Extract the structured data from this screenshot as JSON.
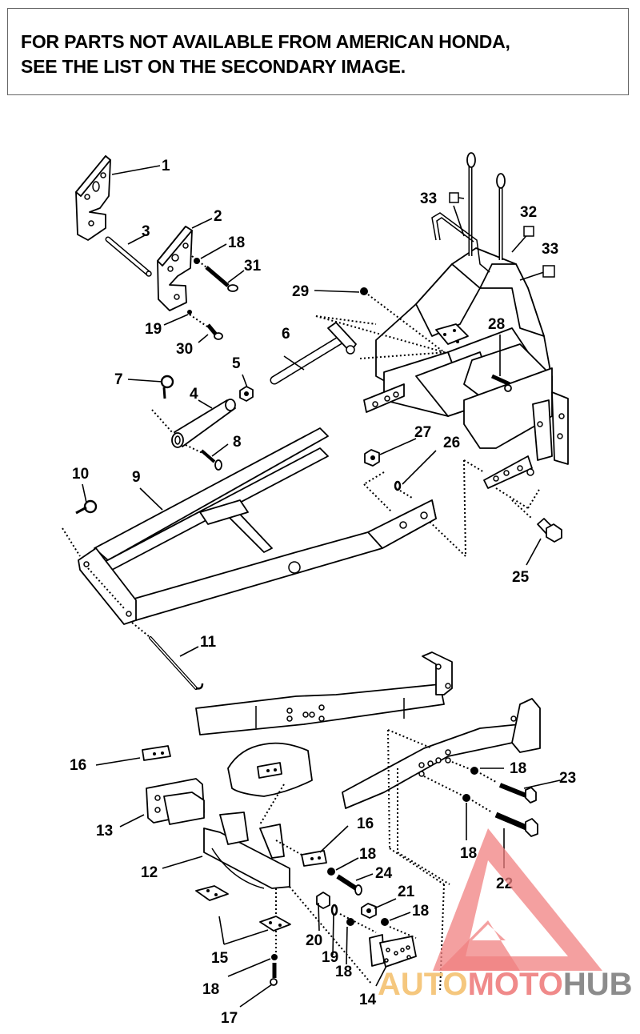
{
  "notice": {
    "line1": "FOR PARTS NOT AVAILABLE FROM AMERICAN HONDA,",
    "line2": "SEE THE LIST ON THE SECONDARY IMAGE."
  },
  "diagram": {
    "title": "Front mounting frame / hitch assembly exploded view",
    "callouts": [
      {
        "id": "c1",
        "label": "1"
      },
      {
        "id": "c2",
        "label": "2"
      },
      {
        "id": "c3",
        "label": "3"
      },
      {
        "id": "c4",
        "label": "4"
      },
      {
        "id": "c5",
        "label": "5"
      },
      {
        "id": "c6",
        "label": "6"
      },
      {
        "id": "c7",
        "label": "7"
      },
      {
        "id": "c8",
        "label": "8"
      },
      {
        "id": "c9",
        "label": "9"
      },
      {
        "id": "c10",
        "label": "10"
      },
      {
        "id": "c11",
        "label": "11"
      },
      {
        "id": "c12",
        "label": "12"
      },
      {
        "id": "c13",
        "label": "13"
      },
      {
        "id": "c14",
        "label": "14"
      },
      {
        "id": "c15",
        "label": "15"
      },
      {
        "id": "c16a",
        "label": "16"
      },
      {
        "id": "c16b",
        "label": "16"
      },
      {
        "id": "c17",
        "label": "17"
      },
      {
        "id": "c18a",
        "label": "18"
      },
      {
        "id": "c18b",
        "label": "18"
      },
      {
        "id": "c18c",
        "label": "18"
      },
      {
        "id": "c18d",
        "label": "18"
      },
      {
        "id": "c18e",
        "label": "18"
      },
      {
        "id": "c18f",
        "label": "18"
      },
      {
        "id": "c18g",
        "label": "18"
      },
      {
        "id": "c19a",
        "label": "19"
      },
      {
        "id": "c19b",
        "label": "19"
      },
      {
        "id": "c20",
        "label": "20"
      },
      {
        "id": "c21",
        "label": "21"
      },
      {
        "id": "c22",
        "label": "22"
      },
      {
        "id": "c23",
        "label": "23"
      },
      {
        "id": "c24",
        "label": "24"
      },
      {
        "id": "c25",
        "label": "25"
      },
      {
        "id": "c26",
        "label": "26"
      },
      {
        "id": "c27",
        "label": "27"
      },
      {
        "id": "c28",
        "label": "28"
      },
      {
        "id": "c29",
        "label": "29"
      },
      {
        "id": "c30",
        "label": "30"
      },
      {
        "id": "c31",
        "label": "31"
      },
      {
        "id": "c32",
        "label": "32"
      },
      {
        "id": "c33a",
        "label": "33"
      },
      {
        "id": "c33b",
        "label": "33"
      }
    ]
  },
  "watermark": {
    "part1": "AUTO",
    "part2": "MOTO",
    "part3": "HUB",
    "colors": {
      "auto": "#f5c77e",
      "moto": "#f08a8a",
      "hub": "#8c8c8c",
      "triangle": "#f08080"
    }
  }
}
